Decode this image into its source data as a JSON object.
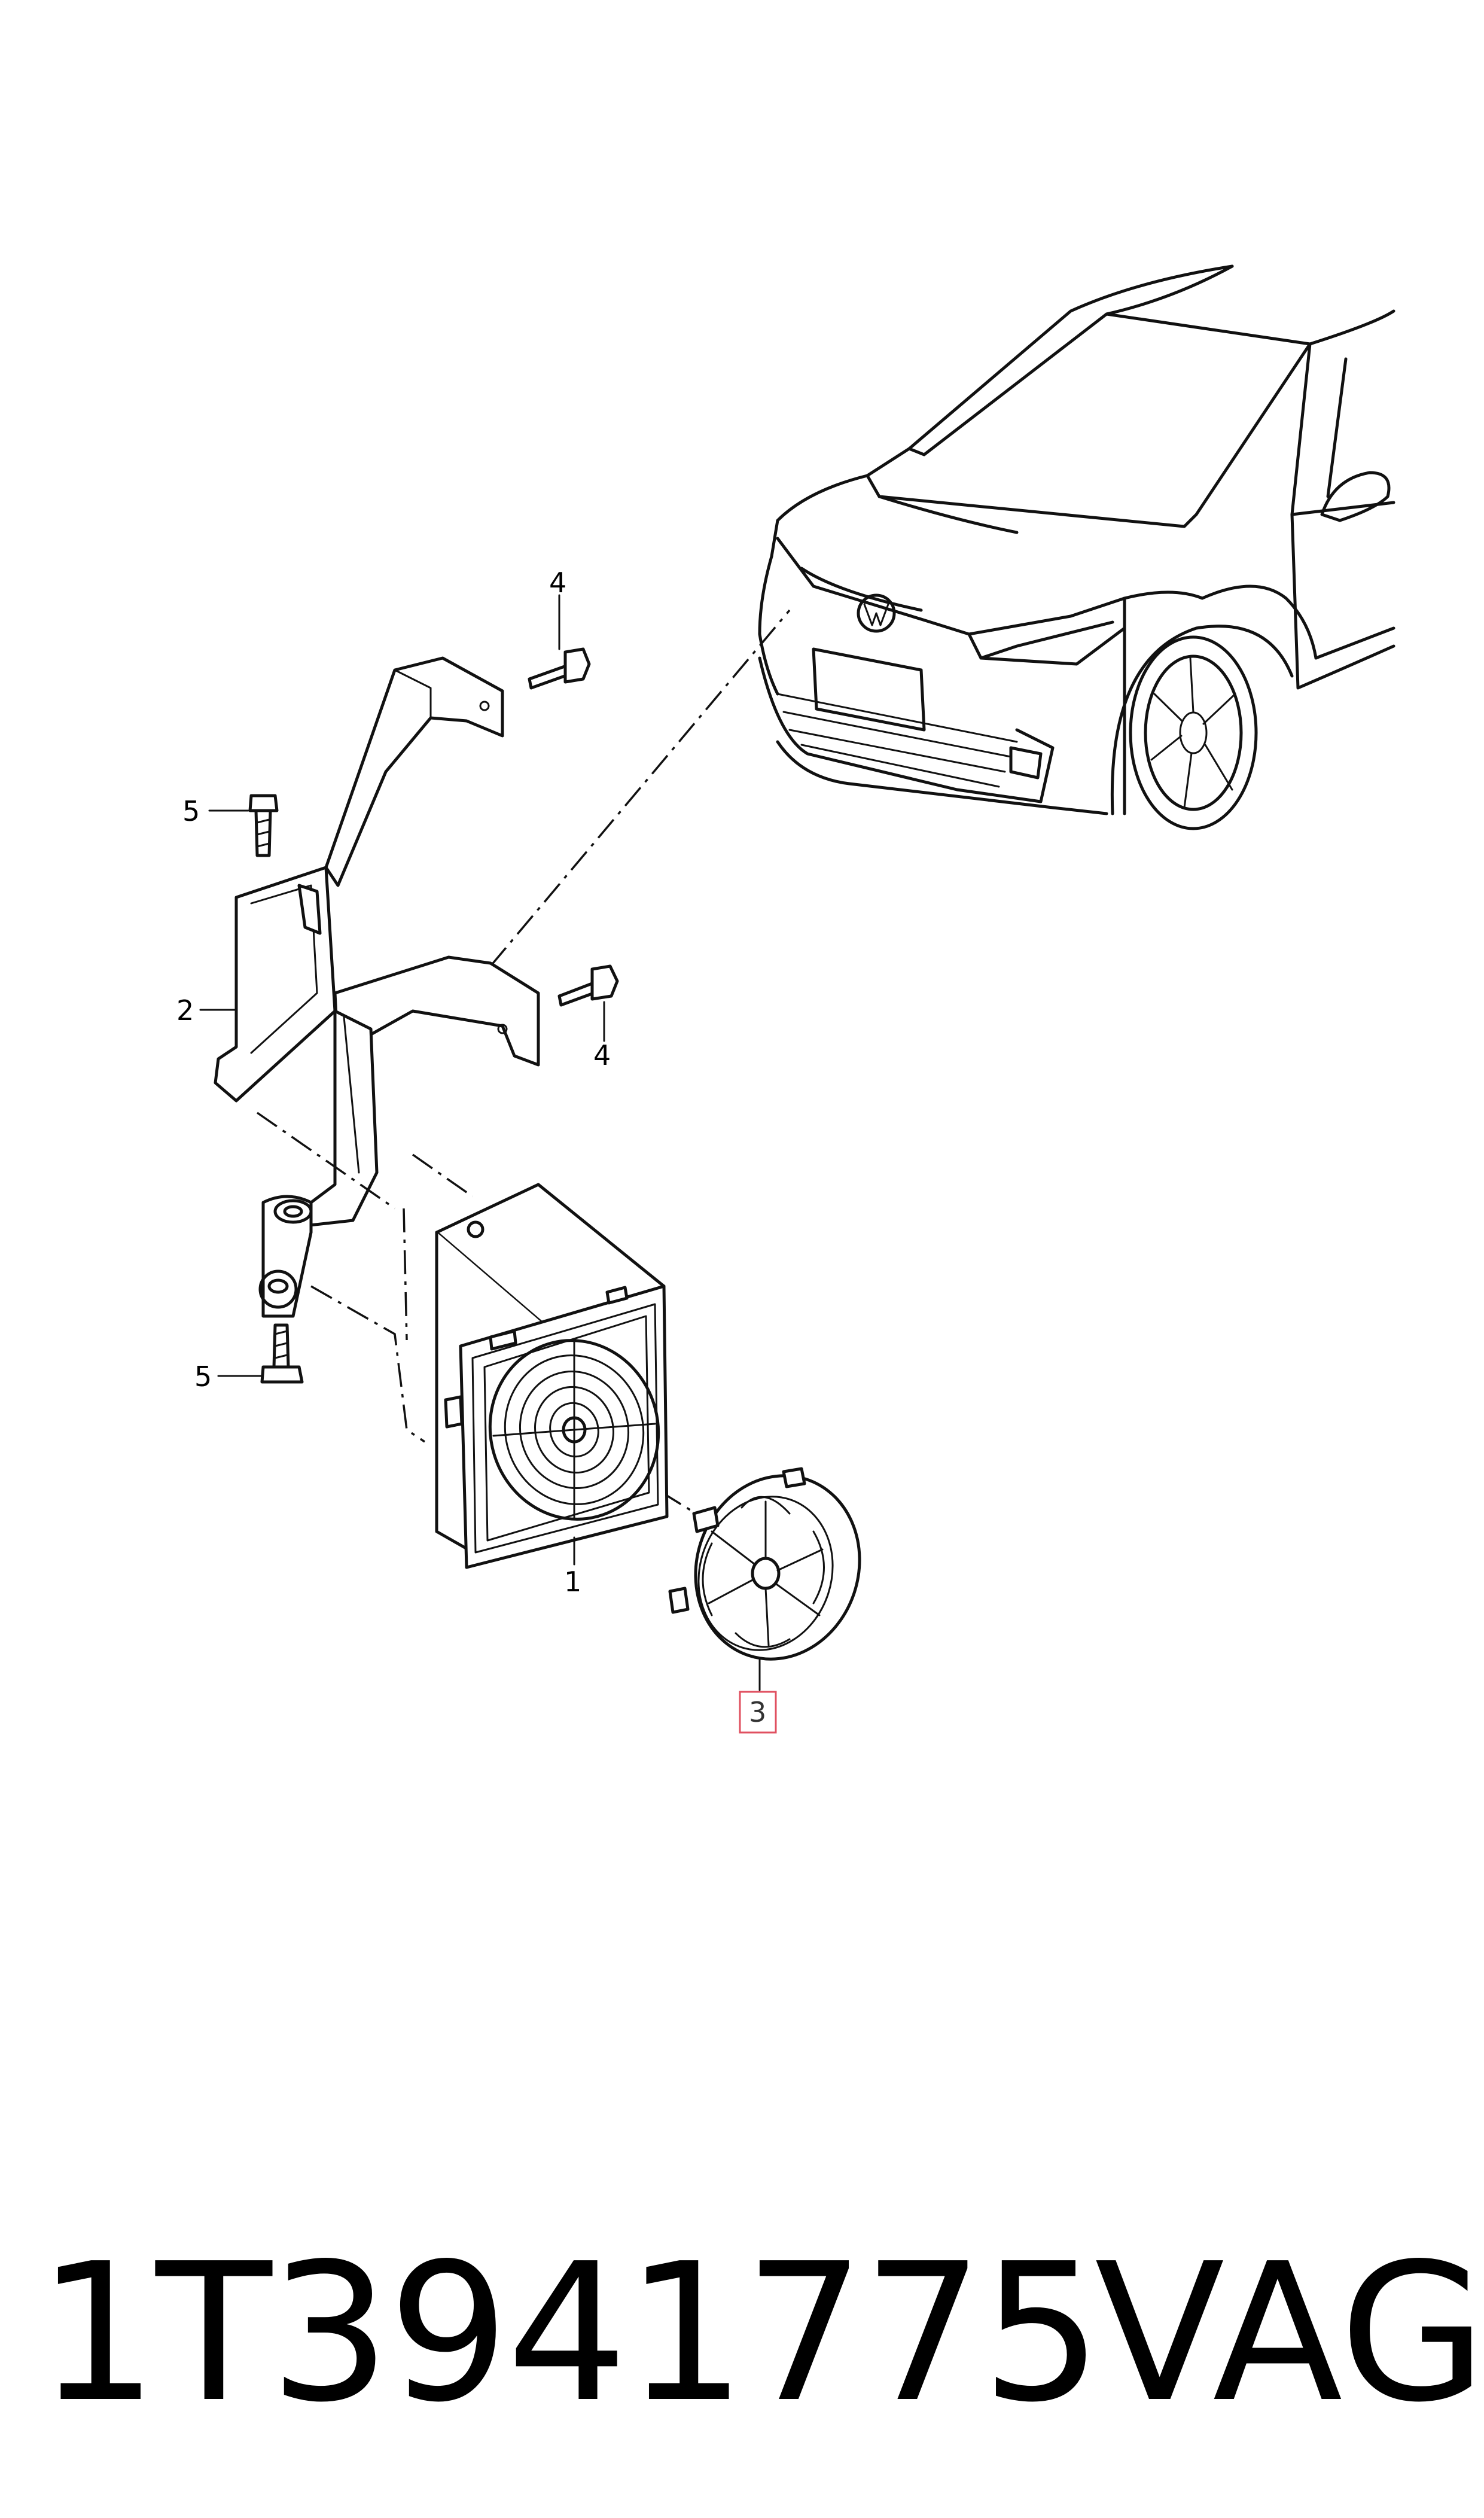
{
  "callouts": {
    "part_1": "1",
    "part_2": "2",
    "part_3": "3",
    "part_4_top": "4",
    "part_4_right": "4",
    "part_5_top": "5",
    "part_5_bottom": "5"
  },
  "highlight_color": "#e05060",
  "footer": {
    "part_number": "1T3941775",
    "brand": "VAG"
  }
}
